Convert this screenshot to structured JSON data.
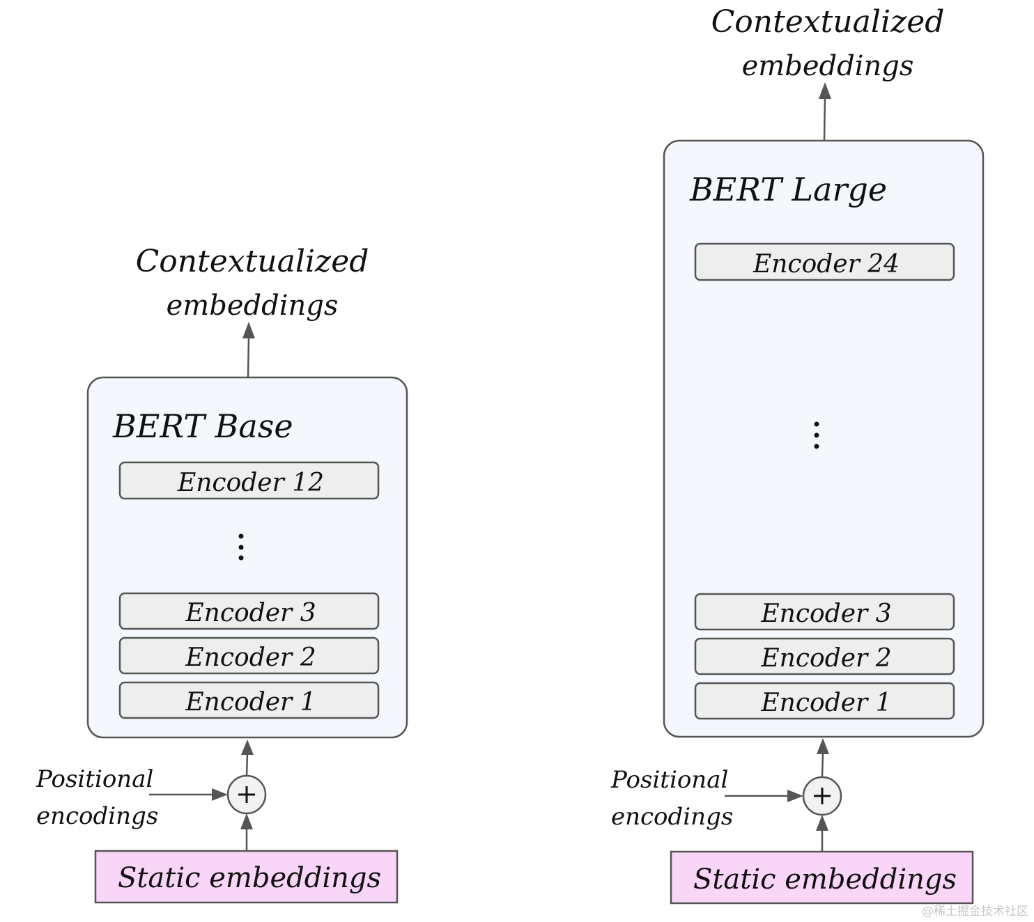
{
  "diagrams": [
    {
      "model_title": "BERT Base",
      "output_label_line1": "Contextualized",
      "output_label_line2": "embeddings",
      "encoders": [
        "Encoder 12",
        "Encoder 3",
        "Encoder 2",
        "Encoder 1"
      ],
      "positional_label_line1": "Positional",
      "positional_label_line2": "encodings",
      "input_label": "Static embeddings",
      "combine_symbol": "+"
    },
    {
      "model_title": "BERT Large",
      "output_label_line1": "Contextualized",
      "output_label_line2": "embeddings",
      "encoders": [
        "Encoder 24",
        "Encoder 3",
        "Encoder 2",
        "Encoder 1"
      ],
      "positional_label_line1": "Positional",
      "positional_label_line2": "encodings",
      "input_label": "Static embeddings",
      "combine_symbol": "+"
    }
  ],
  "watermark": "@稀土掘金技术社区",
  "colors": {
    "model_fill": "#f4f8fd",
    "encoder_fill": "#eeeeee",
    "static_fill": "#f9d5f7",
    "stroke": "#555555"
  }
}
